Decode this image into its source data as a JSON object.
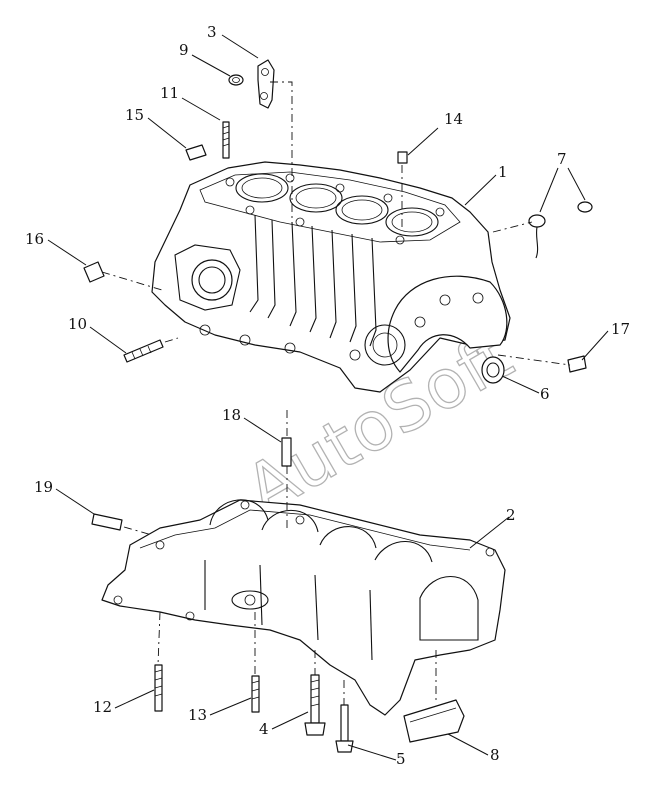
{
  "watermark": "AutoSoft",
  "callouts": [
    {
      "id": "c1",
      "number": "1"
    },
    {
      "id": "c2",
      "number": "2"
    },
    {
      "id": "c3",
      "number": "3"
    },
    {
      "id": "c4",
      "number": "4"
    },
    {
      "id": "c5",
      "number": "5"
    },
    {
      "id": "c6",
      "number": "6"
    },
    {
      "id": "c7",
      "number": "7"
    },
    {
      "id": "c8",
      "number": "8"
    },
    {
      "id": "c9",
      "number": "9"
    },
    {
      "id": "c10",
      "number": "10"
    },
    {
      "id": "c11",
      "number": "11"
    },
    {
      "id": "c12",
      "number": "12"
    },
    {
      "id": "c13",
      "number": "13"
    },
    {
      "id": "c14",
      "number": "14"
    },
    {
      "id": "c15",
      "number": "15"
    },
    {
      "id": "c16",
      "number": "16"
    },
    {
      "id": "c17",
      "number": "17"
    },
    {
      "id": "c18",
      "number": "18"
    },
    {
      "id": "c19",
      "number": "19"
    }
  ]
}
